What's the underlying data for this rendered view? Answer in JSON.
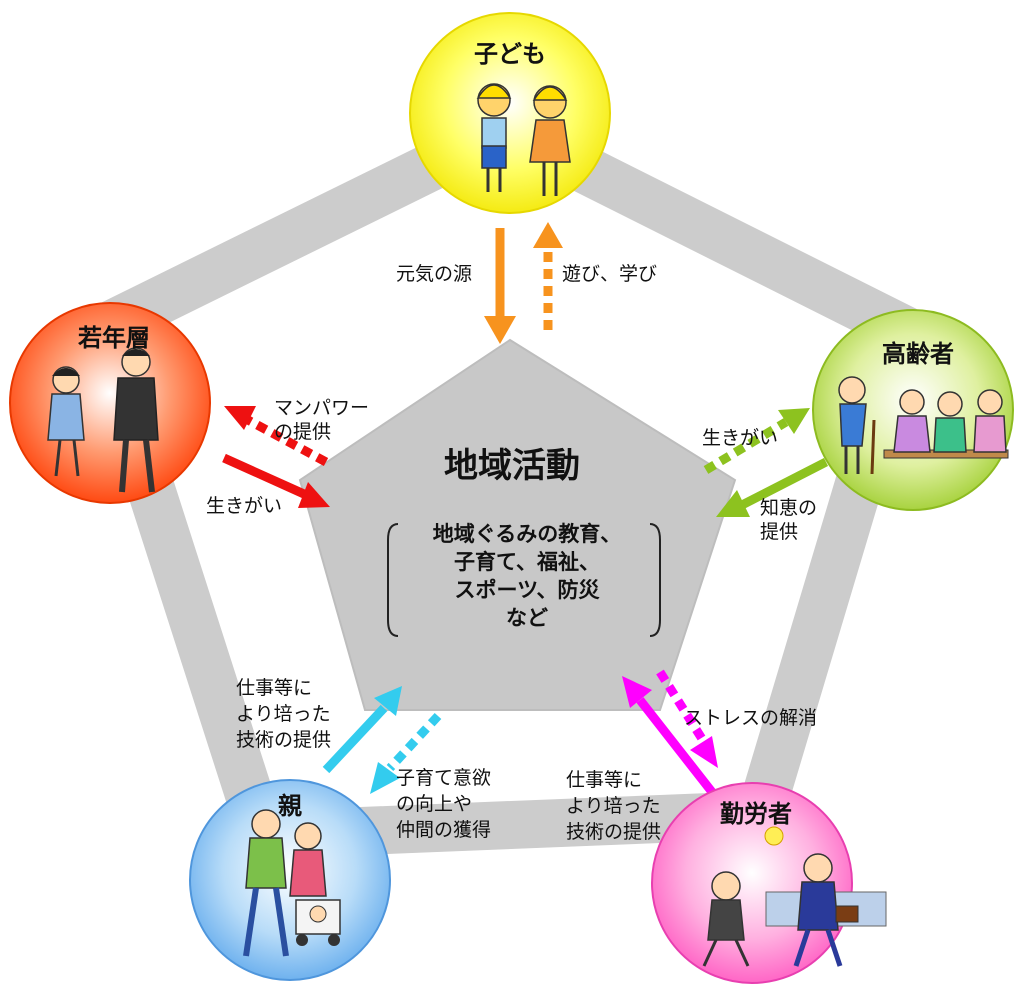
{
  "center": {
    "title": "地域活動",
    "lines": [
      "地域ぐるみの教育、",
      "子育て、福祉、",
      "スポーツ、防災",
      "など"
    ]
  },
  "nodes": {
    "children": {
      "label": "子ども",
      "color": "#ffff00"
    },
    "elderly": {
      "label": "高齢者",
      "color": "#99cc33"
    },
    "workers": {
      "label": "勤労者",
      "color": "#ff66cc"
    },
    "parents": {
      "label": "親",
      "color": "#66aaee"
    },
    "youth": {
      "label": "若年層",
      "color": "#ff4400"
    }
  },
  "flows": {
    "children_out": "元気の源",
    "children_in": "遊び、学び",
    "elderly_out": [
      "知恵の",
      "提供"
    ],
    "elderly_in": "生きがい",
    "workers_out": [
      "仕事等に",
      "より培った",
      "技術の提供"
    ],
    "workers_in": "ストレスの解消",
    "parents_out": [
      "仕事等に",
      "より培った",
      "技術の提供"
    ],
    "parents_in": [
      "子育て意欲",
      "の向上や",
      "仲間の獲得"
    ],
    "youth_out": "生きがい",
    "youth_in": [
      "マンパワー",
      "の提供"
    ]
  },
  "colors": {
    "children_arrow": "#f7931e",
    "elderly_arrow": "#8dc21f",
    "workers_arrow": "#ff00ff",
    "parents_arrow": "#33ccee",
    "youth_arrow": "#ee1111",
    "ring": "#cccccc",
    "pentagon": "#c8c8c8"
  }
}
